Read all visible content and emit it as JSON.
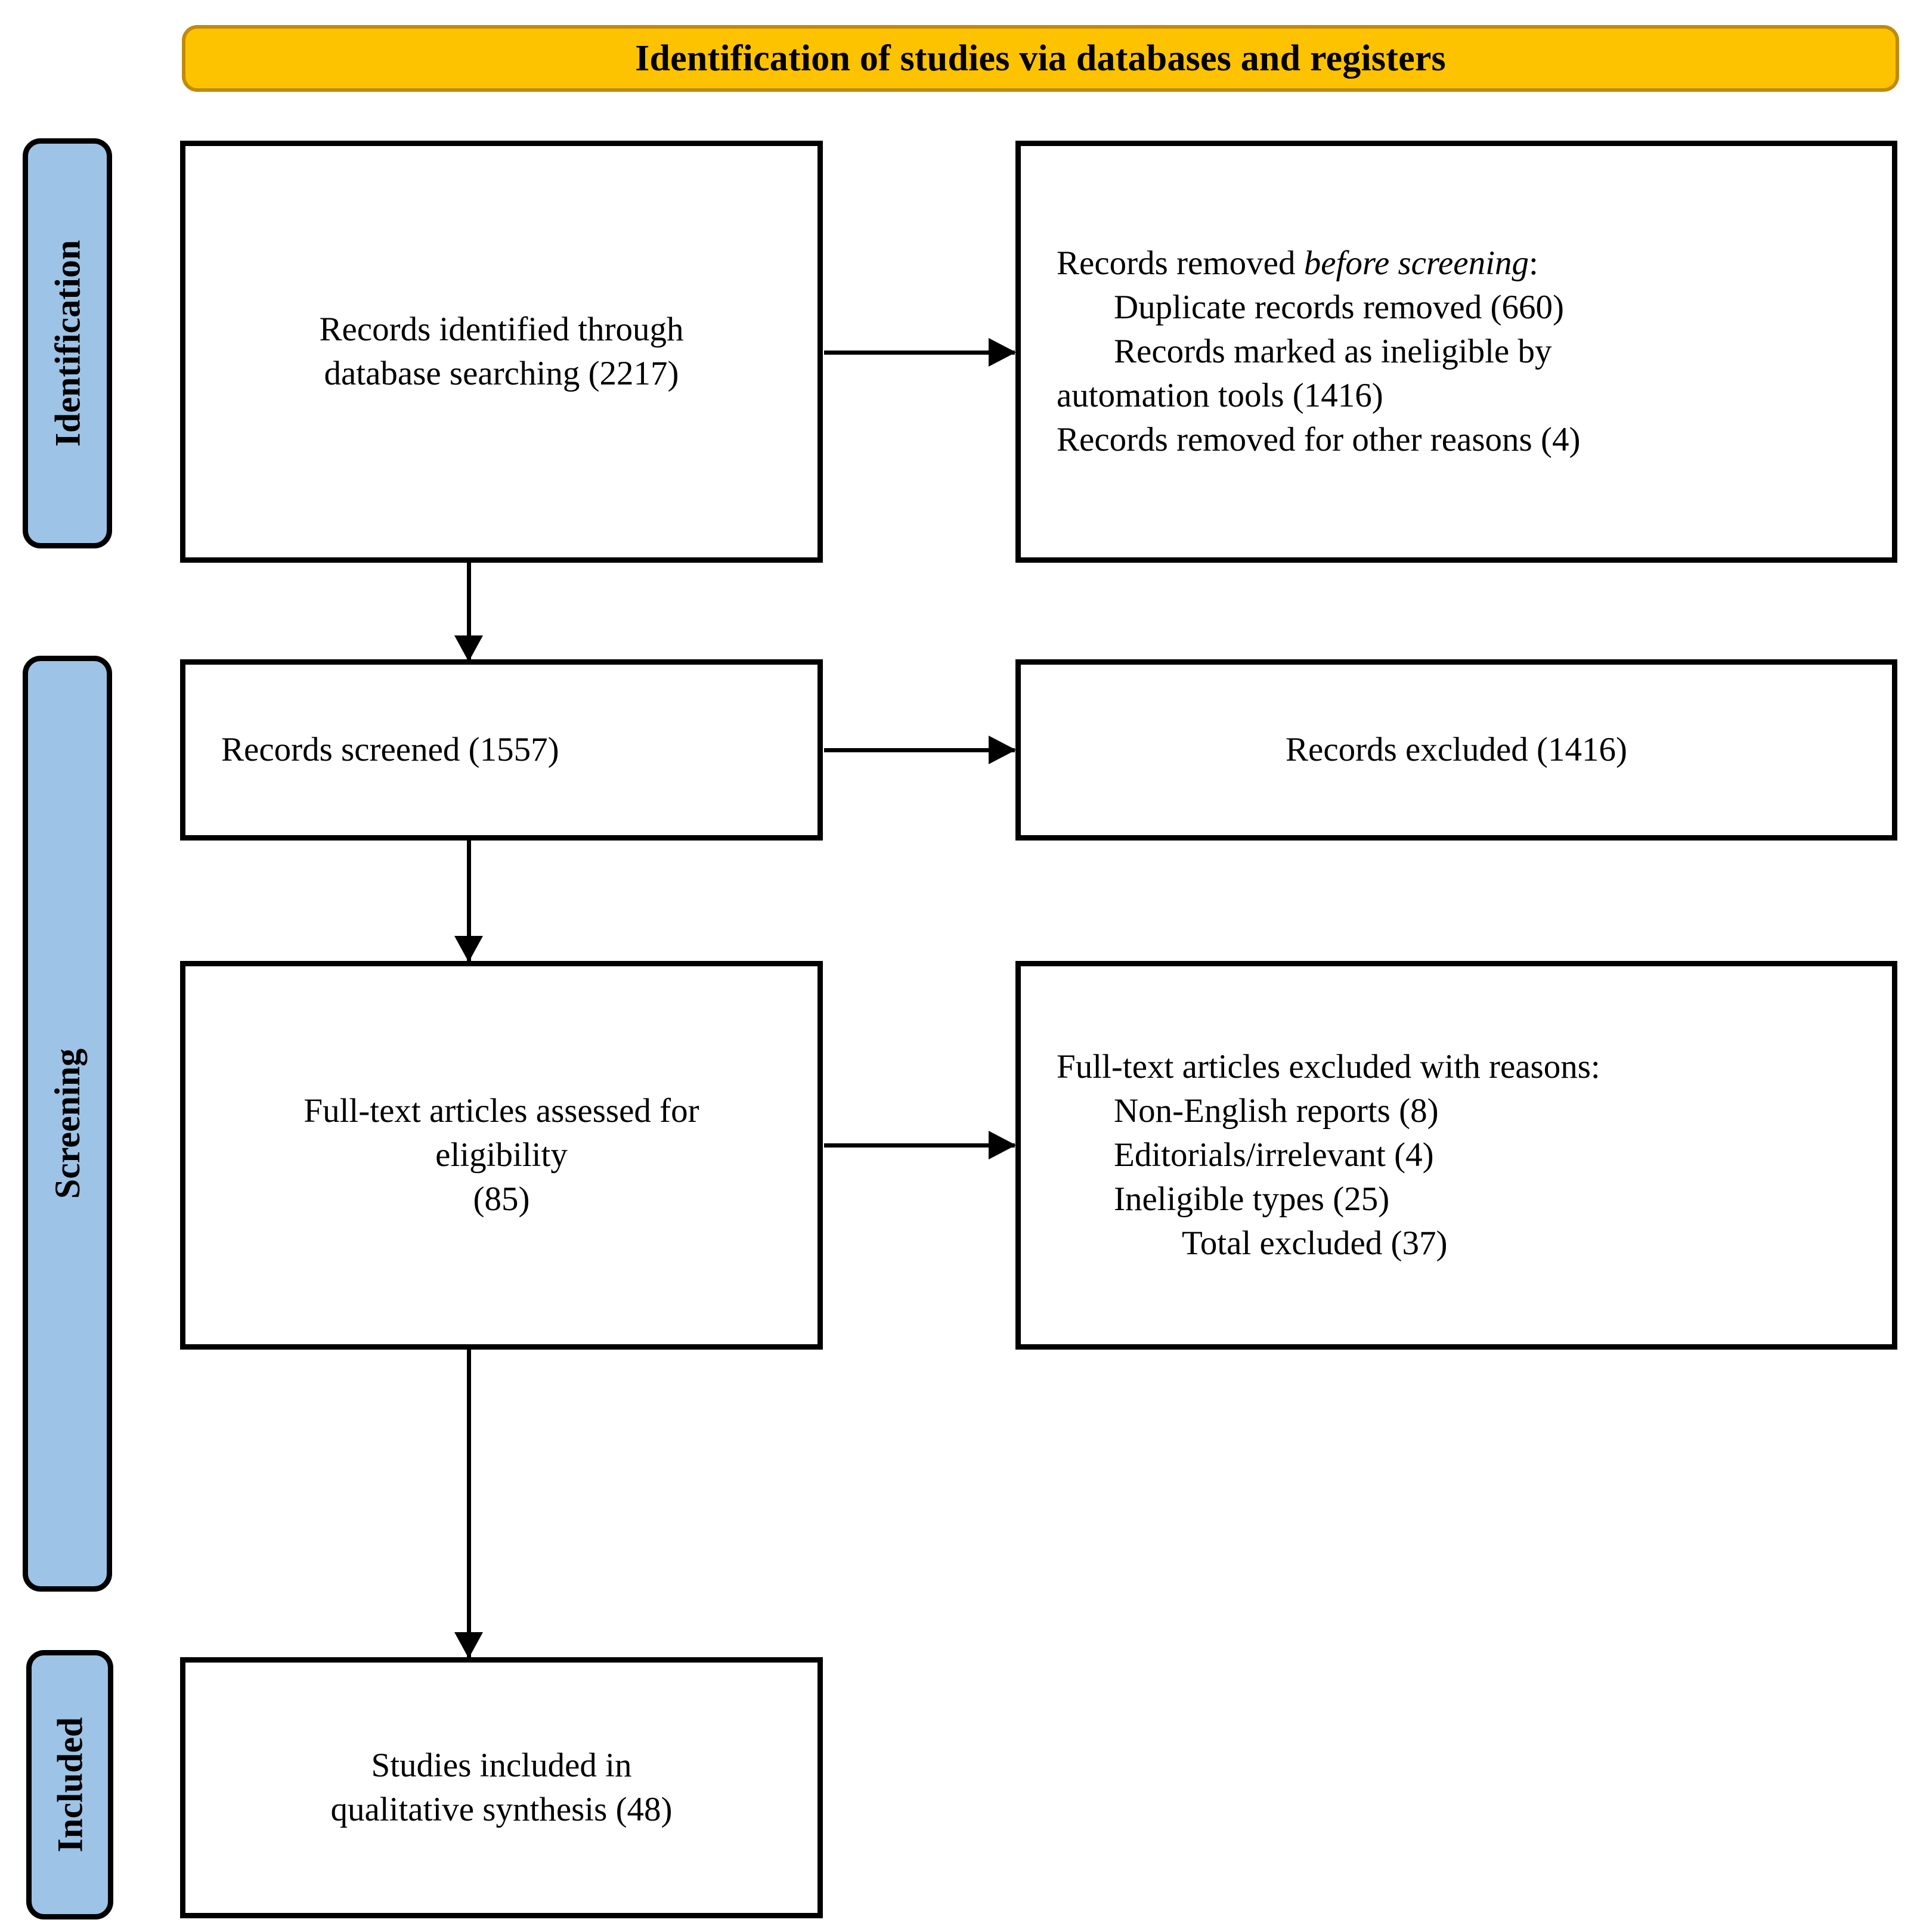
{
  "header": {
    "title": "Identification of studies via databases and registers",
    "background_color": "#FDC300",
    "border_color": "#C08A0C"
  },
  "stages": {
    "background_color": "#9DC3E6",
    "identification": "Identification",
    "screening": "Screening",
    "included": "Included"
  },
  "boxes": {
    "records_identified": {
      "line1": "Records identified through",
      "line2": "database searching (2217)"
    },
    "records_removed_before": {
      "heading_prefix": "Records removed ",
      "heading_italic": "before screening",
      "heading_suffix": ":",
      "item1": "Duplicate records removed (660)",
      "item2a": "Records marked as ineligible by",
      "item2b": "automation tools (1416)",
      "item3": "Records removed for other reasons (4)"
    },
    "records_screened": {
      "line1": "Records screened (1557)"
    },
    "records_excluded": {
      "line1": "Records excluded (1416)"
    },
    "fulltext_assessed": {
      "line1": "Full-text articles assessed for",
      "line2": "eligibility",
      "line3": "(85)"
    },
    "fulltext_excluded": {
      "heading": "Full-text articles excluded with reasons:",
      "item1": "Non-English reports (8)",
      "item2": "Editorials/irrelevant (4)",
      "item3": "Ineligible types (25)",
      "item4": "Total excluded (37)"
    },
    "studies_included": {
      "line1": "Studies included in",
      "line2": "qualitative synthesis (48)"
    }
  },
  "chart_data": {
    "type": "diagram",
    "title": "Identification of studies via databases and registers",
    "stages": [
      "Identification",
      "Screening",
      "Included"
    ],
    "nodes": [
      {
        "id": "records_identified",
        "stage": "Identification",
        "label": "Records identified through database searching",
        "count": 2217
      },
      {
        "id": "records_removed_before",
        "stage": "Identification",
        "label": "Records removed before screening",
        "items": [
          {
            "label": "Duplicate records removed",
            "count": 660
          },
          {
            "label": "Records marked as ineligible by automation tools",
            "count": 1416
          },
          {
            "label": "Records removed for other reasons",
            "count": 4
          }
        ]
      },
      {
        "id": "records_screened",
        "stage": "Screening",
        "label": "Records screened",
        "count": 1557
      },
      {
        "id": "records_excluded",
        "stage": "Screening",
        "label": "Records excluded",
        "count": 1416
      },
      {
        "id": "fulltext_assessed",
        "stage": "Screening",
        "label": "Full-text articles assessed for eligibility",
        "count": 85
      },
      {
        "id": "fulltext_excluded",
        "stage": "Screening",
        "label": "Full-text articles excluded with reasons",
        "items": [
          {
            "label": "Non-English reports",
            "count": 8
          },
          {
            "label": "Editorials/irrelevant",
            "count": 4
          },
          {
            "label": "Ineligible types",
            "count": 25
          },
          {
            "label": "Total excluded",
            "count": 37
          }
        ]
      },
      {
        "id": "studies_included",
        "stage": "Included",
        "label": "Studies included in qualitative synthesis",
        "count": 48
      }
    ],
    "edges": [
      {
        "from": "records_identified",
        "to": "records_removed_before",
        "direction": "right"
      },
      {
        "from": "records_identified",
        "to": "records_screened",
        "direction": "down"
      },
      {
        "from": "records_screened",
        "to": "records_excluded",
        "direction": "right"
      },
      {
        "from": "records_screened",
        "to": "fulltext_assessed",
        "direction": "down"
      },
      {
        "from": "fulltext_assessed",
        "to": "fulltext_excluded",
        "direction": "right"
      },
      {
        "from": "fulltext_assessed",
        "to": "studies_included",
        "direction": "down"
      }
    ]
  }
}
